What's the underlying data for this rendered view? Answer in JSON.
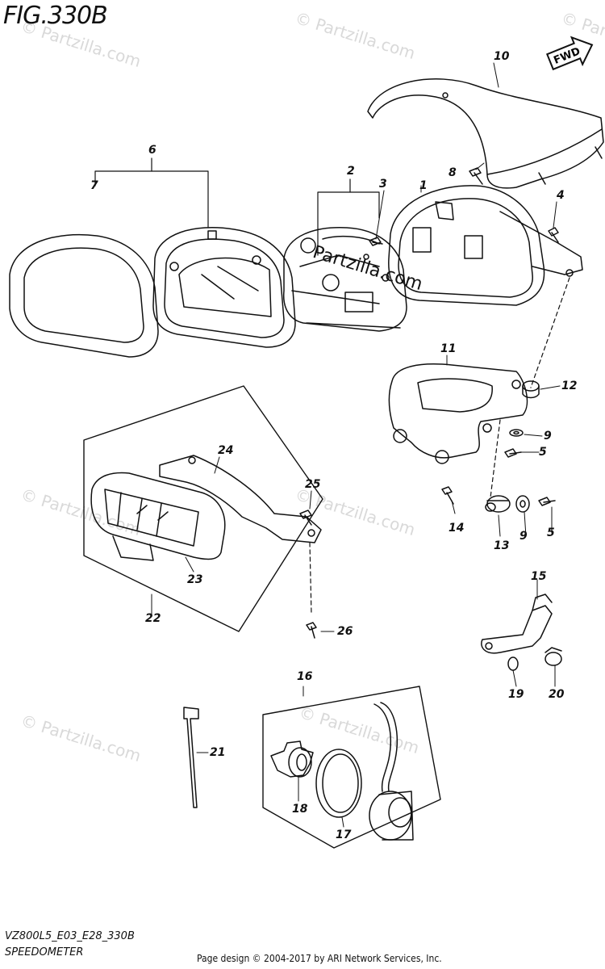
{
  "figure": {
    "title": "FIG.330B",
    "direction_badge": "FWD",
    "model_code": "VZ800L5_E03_E28_330B",
    "section_name": "SPEEDOMETER",
    "copyright": "Page design © 2004-2017 by ARI Network Services, Inc.",
    "center_watermark": "Partzilla.com",
    "watermark_text": "© Partzilla.com"
  },
  "callouts": [
    {
      "label": "1"
    },
    {
      "label": "2"
    },
    {
      "label": "3"
    },
    {
      "label": "4"
    },
    {
      "label": "5"
    },
    {
      "label": "5"
    },
    {
      "label": "6"
    },
    {
      "label": "7"
    },
    {
      "label": "8"
    },
    {
      "label": "9"
    },
    {
      "label": "9"
    },
    {
      "label": "10"
    },
    {
      "label": "11"
    },
    {
      "label": "12"
    },
    {
      "label": "13"
    },
    {
      "label": "14"
    },
    {
      "label": "15"
    },
    {
      "label": "16"
    },
    {
      "label": "17"
    },
    {
      "label": "18"
    },
    {
      "label": "19"
    },
    {
      "label": "20"
    },
    {
      "label": "21"
    },
    {
      "label": "22"
    },
    {
      "label": "23"
    },
    {
      "label": "24"
    },
    {
      "label": "25"
    },
    {
      "label": "26"
    }
  ],
  "colors": {
    "line": "#111111",
    "watermark": "#d9d9d9"
  }
}
